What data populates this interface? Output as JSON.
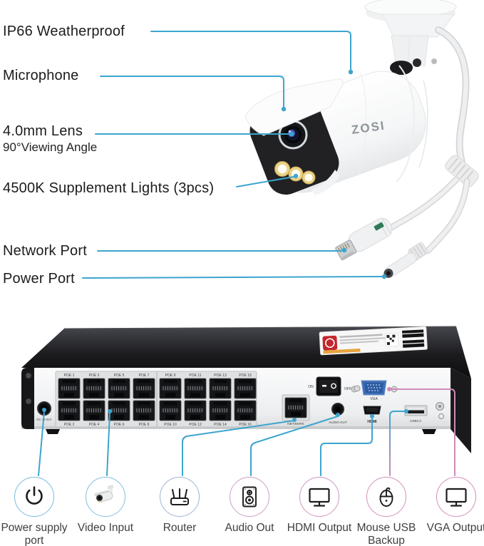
{
  "brand": "ZOSI",
  "colors": {
    "callout_blue": "#3CA5CE",
    "callout_pink": "#D08BB8",
    "text_dark": "#1C1C1E",
    "legend_text": "#3F3F41"
  },
  "camera_callouts": [
    {
      "id": "weatherproof",
      "label": "IP66 Weatherproof"
    },
    {
      "id": "microphone",
      "label": "Microphone"
    },
    {
      "id": "lens",
      "label": "4.0mm Lens",
      "sublabel": "90°Viewing Angle"
    },
    {
      "id": "supplement-lights",
      "label": "4500K Supplement Lights (3pcs)"
    },
    {
      "id": "network-port",
      "label": "Network Port"
    },
    {
      "id": "power-port",
      "label": "Power Port"
    }
  ],
  "nvr": {
    "dc_label": "DC 48-52V",
    "poe_top": [
      "POE 1",
      "POE 3",
      "POE 5",
      "POE 7",
      "POE 9",
      "POE 11",
      "POE 13",
      "POE 15"
    ],
    "poe_bottom": [
      "POE 2",
      "POE 4",
      "POE 6",
      "POE 8",
      "POE 10",
      "POE 12",
      "POE 14",
      "POE 16"
    ],
    "network_label": "NETWORK",
    "audio_label": "AUDIO OUT",
    "hdmi_label": "HDMI",
    "usb_label": "USB2.0",
    "vga_label": "VGA",
    "switch_on": "ON",
    "switch_off": "OFF"
  },
  "legend": {
    "items": [
      {
        "label": "Power supply port",
        "icon": "power-icon",
        "circle_color": "#79BBDE"
      },
      {
        "label": "Video Input",
        "icon": "camera-icon",
        "circle_color": "#84BFE0"
      },
      {
        "label": "Router",
        "icon": "router-icon",
        "circle_color": "#9FB3D2"
      },
      {
        "label": "Audio Out",
        "icon": "speaker-icon",
        "circle_color": "#C9A0C6"
      },
      {
        "label": "HDMI Output",
        "icon": "monitor-icon",
        "circle_color": "#CD97C0"
      },
      {
        "label": "Mouse USB Backup",
        "icon": "mouse-icon",
        "circle_color": "#D190BC"
      },
      {
        "label": "VGA Output",
        "icon": "monitor-icon",
        "circle_color": "#D48CBA"
      }
    ]
  }
}
